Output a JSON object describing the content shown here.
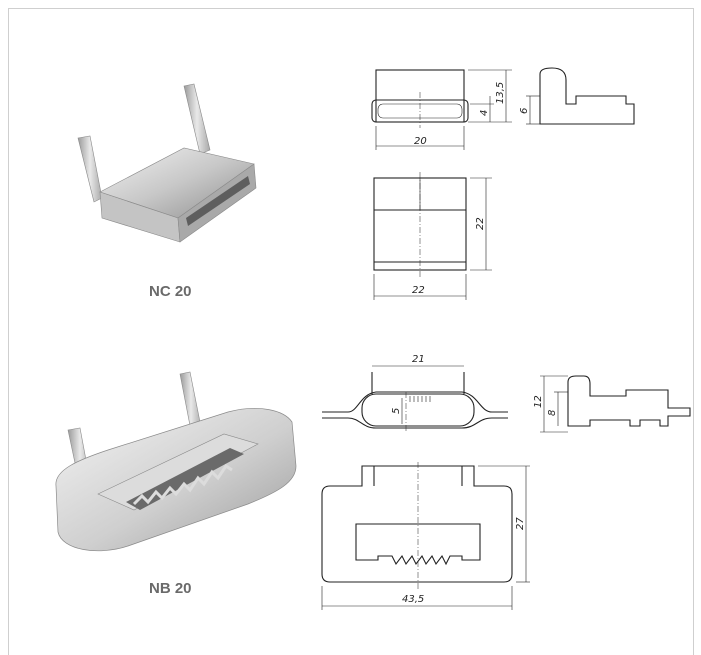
{
  "products": [
    {
      "code": "NC 20",
      "dimensions": {
        "front_width": "20",
        "front_height": "13,5",
        "front_slot": "4",
        "side_height": "6",
        "top_width": "22",
        "top_height": "22"
      }
    },
    {
      "code": "NB 20",
      "dimensions": {
        "top_span": "21",
        "top_slot": "5",
        "side_height": "12",
        "side_inner": "8",
        "body_height": "27",
        "body_width": "43,5"
      }
    }
  ],
  "photo_colors": {
    "steel_light": "#e6e6e6",
    "steel_mid": "#bdbdbd",
    "steel_dark": "#8e8e8e"
  }
}
